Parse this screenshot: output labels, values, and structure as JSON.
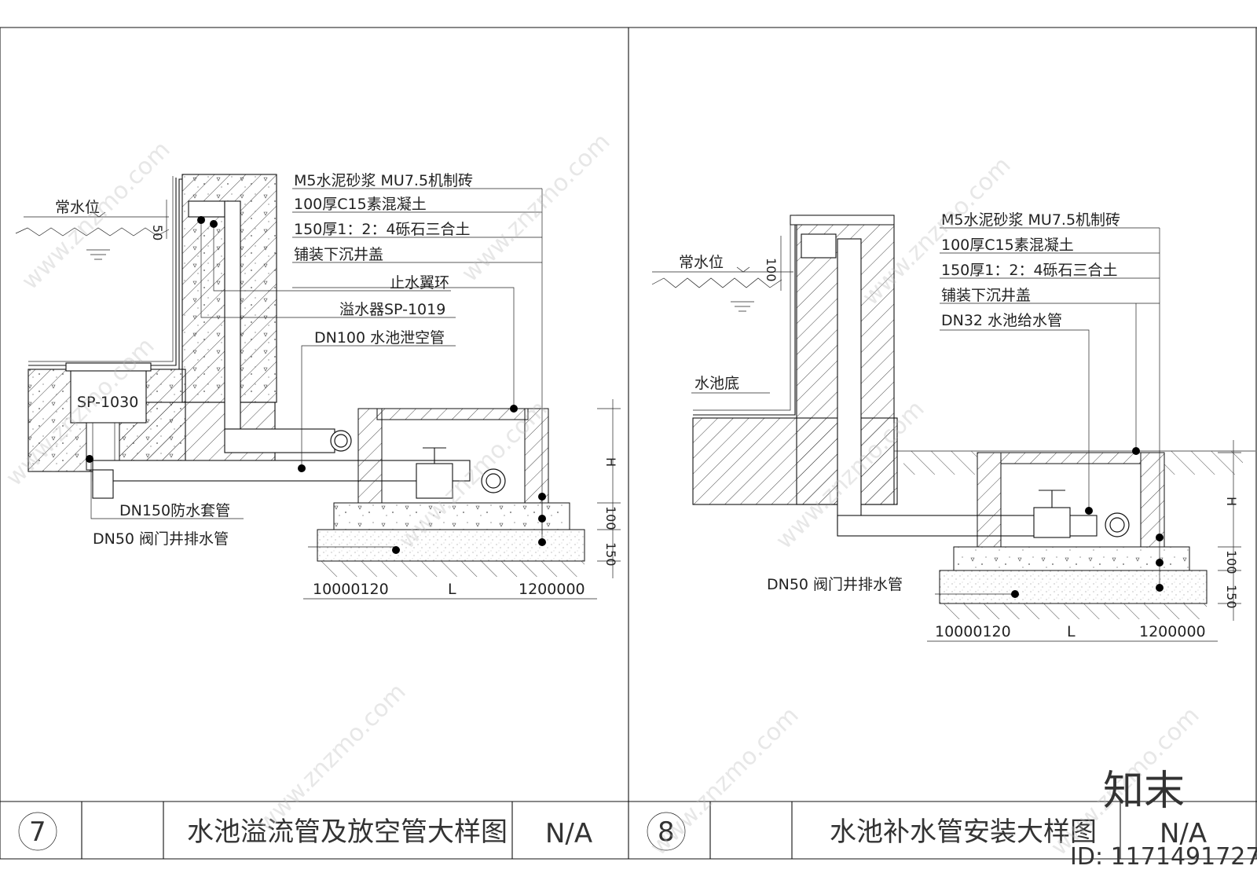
{
  "left": {
    "water_level": "常水位",
    "dim_50": "50",
    "layers": [
      "M5水泥砂浆 MU7.5机制砖",
      "100厚C15素混凝土",
      "150厚1：2：4砾石三合土",
      "铺装下沉井盖"
    ],
    "ring": "止水翼环",
    "overflow": "溢水器SP-1019",
    "drain": "DN100 水池泄空管",
    "sp": "SP-1030",
    "sleeve": "DN150防水套管",
    "valve_drain": "DN50 阀门井排水管",
    "dim_h": "H",
    "dim_150": "150",
    "dim_100": "100",
    "dim_l": "L",
    "dim_bottom_left": "10000120",
    "dim_bottom_right": "1200000",
    "index": "7",
    "title": "水池溢流管及放空管大样图",
    "scale": "N/A"
  },
  "right": {
    "water_level": "常水位",
    "dim_100": "100",
    "layers": [
      "M5水泥砂浆 MU7.5机制砖",
      "100厚C15素混凝土",
      "150厚1：2：4砾石三合土",
      "铺装下沉井盖"
    ],
    "supply": "DN32 水池给水管",
    "pool_bottom": "水池底",
    "valve_drain": "DN50 阀门井排水管",
    "dim_h": "H",
    "dim_150": "150",
    "dim_l": "L",
    "dim_bottom_left": "10000120",
    "dim_bottom_right": "1200000",
    "index": "8",
    "title": "水池补水管安装大样图",
    "scale": "N/A"
  },
  "watermark": "www.znzmo.com",
  "brand": "知末",
  "id_label": "ID: 1171491727"
}
